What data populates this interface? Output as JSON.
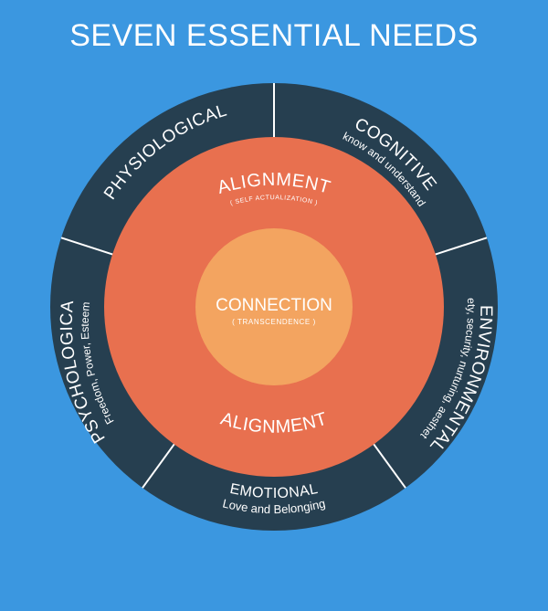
{
  "title": "SEVEN ESSENTIAL NEEDS",
  "colors": {
    "background": "#3b97e0",
    "outer_ring": "#263f50",
    "middle_circle": "#e8704f",
    "inner_circle": "#f3a460",
    "divider": "#ffffff"
  },
  "outer_ring": {
    "segments": [
      {
        "main": "PHYSIOLOGICAL",
        "sub": ""
      },
      {
        "main": "COGNITIVE",
        "sub": "know and understand"
      },
      {
        "main": "ENVIRONMENTAL",
        "sub": "safety, security, nurturing, aesthetics"
      },
      {
        "main": "EMOTIONAL",
        "sub": "Love and Belonging"
      },
      {
        "main": "PSYCHOLOGICAL",
        "sub": "Freedom, Power, Esteem"
      }
    ]
  },
  "middle": {
    "top_label": "ALIGNMENT",
    "top_sub": "( SELF ACTUALIZATION )",
    "bottom_label": "ALIGNMENT"
  },
  "center": {
    "label": "CONNECTION",
    "sub": "( TRANSCENDENCE )"
  }
}
